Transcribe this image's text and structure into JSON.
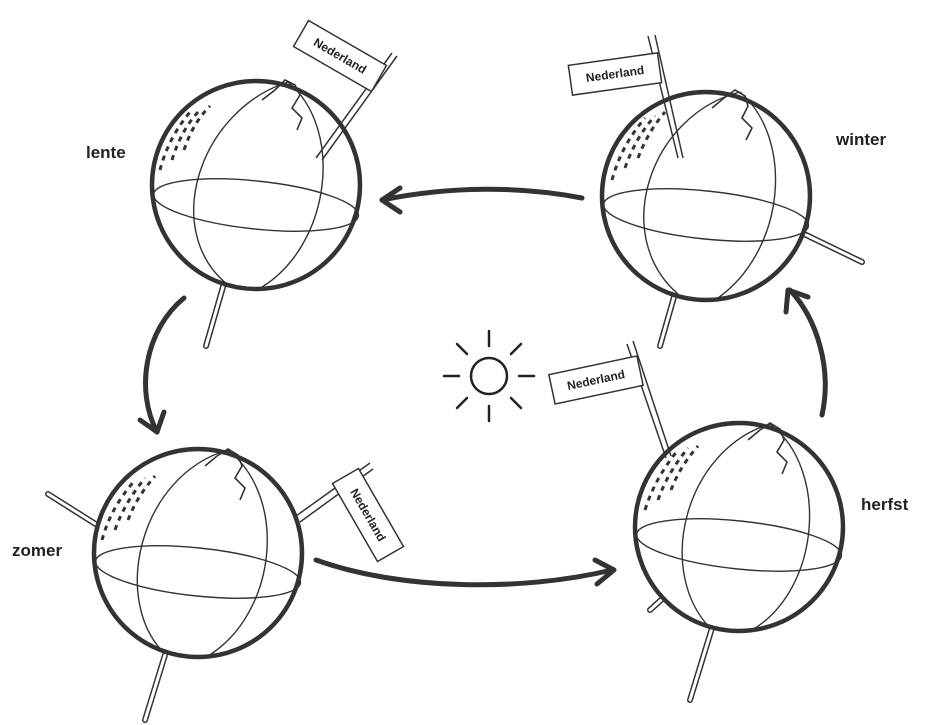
{
  "seasons": {
    "lente": "lente",
    "winter": "winter",
    "zomer": "zomer",
    "herfst": "herfst"
  },
  "flag_label": "Nederland",
  "icons": {
    "sun": "sun-icon",
    "arrows": "cycle-arrow"
  }
}
